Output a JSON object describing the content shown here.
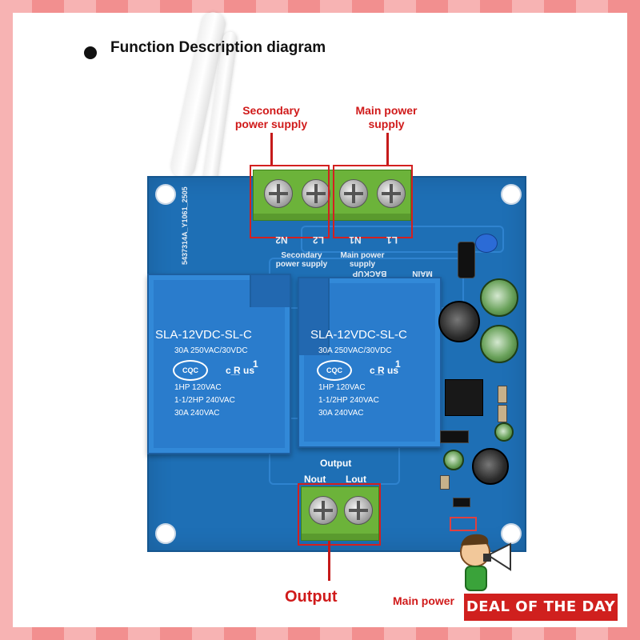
{
  "title": "Function Description diagram",
  "callouts": {
    "secondary_power_top": "Secondary\npower supply",
    "main_power_top": "Main power\nsupply",
    "output_bottom": "Output",
    "main_power_bottom": "Main power"
  },
  "board": {
    "part_number": "5437314A_Y1061_2505",
    "input_terminals": [
      "N2",
      "L2",
      "N1",
      "L1"
    ],
    "silk_secondary": "Secondary\npower supply",
    "silk_main": "Main power\nsupply",
    "silk_backup": "BACKUP",
    "silk_main_label": "MAIN",
    "output_label": "Output",
    "output_terminals": [
      "Nout",
      "Lout"
    ]
  },
  "relays": [
    {
      "model": "SLA-12VDC-SL-C",
      "rating": "30A  250VAC/30VDC",
      "cert": "CQC",
      "ul_mark": "c ̲R̲ us",
      "ul_num": "1",
      "specs": [
        "1HP 120VAC",
        "1-1/2HP 240VAC",
        "30A 240VAC"
      ]
    },
    {
      "model": "SLA-12VDC-SL-C",
      "rating": "30A  250VAC/30VDC",
      "cert": "CQC",
      "ul_mark": "c ̲R̲ us",
      "ul_num": "1",
      "specs": [
        "1HP 120VAC",
        "1-1/2HP 240VAC",
        "30A 240VAC"
      ]
    }
  ],
  "badge": "DEAL OF THE DAY",
  "colors": {
    "board_blue": "#1e6fb5",
    "relay_blue": "#2a7ccc",
    "terminal_green": "#6cb33a",
    "callout_red": "#d01a1a",
    "badge_red": "#d0201e"
  }
}
